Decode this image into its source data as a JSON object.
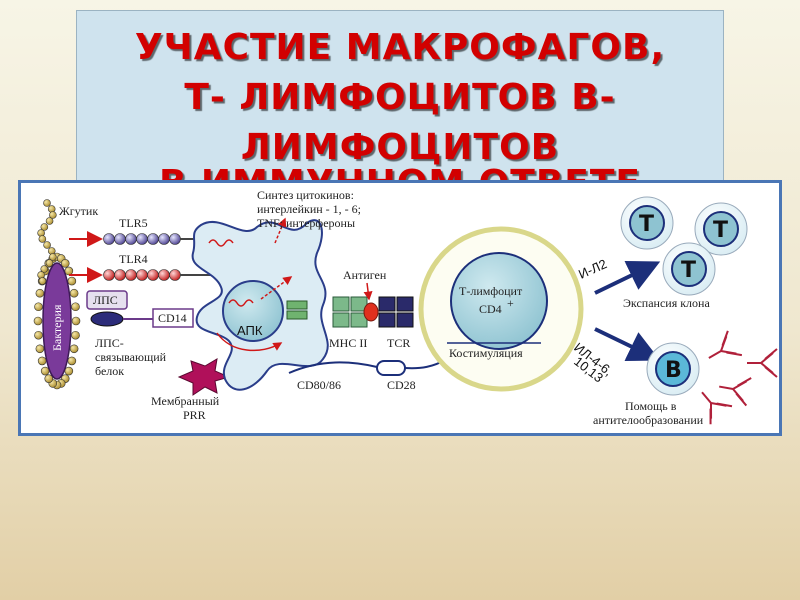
{
  "title": {
    "lines": [
      "УЧАСТИЕ  МАКРОФАГОВ,",
      "Т- ЛИМФОЦИТОВ  В-",
      "ЛИМФОЦИТОВ",
      "В ИММУННОМ ОТВЕТЕ"
    ]
  },
  "diagram": {
    "labels": {
      "flagellum": "Жгутик",
      "tlr5": "TLR5",
      "tlr4": "TLR4",
      "lps": "ЛПС",
      "cd14": "CD14",
      "bacterium": "Бактерия",
      "lps_binding_protein_1": "ЛПС-",
      "lps_binding_protein_2": "связывающий",
      "lps_binding_protein_3": "белок",
      "membrane_prr_1": "Мембранный",
      "membrane_prr_2": "PRR",
      "cytokine_synthesis_1": "Синтез цитокинов:",
      "cytokine_synthesis_2": "интерлейкин - 1, - 6;",
      "cytokine_synthesis_3": "TNF; интерфероны",
      "apc": "АПК",
      "antigen": "Антиген",
      "mhc2": "MHC II",
      "tcr": "TCR",
      "cd80_86": "CD80/86",
      "cd28": "CD28",
      "t_lymphocyte_1": "Т-лимфоцит",
      "t_lymphocyte_2": "CD4",
      "t_lymphocyte_sup": "+",
      "costimulation": "Костимуляция",
      "il2": "И-Л2",
      "clone_expansion": "Экспансия клона",
      "il4_1": "ИЛ-4-6,",
      "il4_2": "10,13",
      "antibody_help_1": "Помощь в",
      "antibody_help_2": "антителообразовании",
      "t_cell_letter": "T",
      "b_cell_letter": "B"
    }
  }
}
